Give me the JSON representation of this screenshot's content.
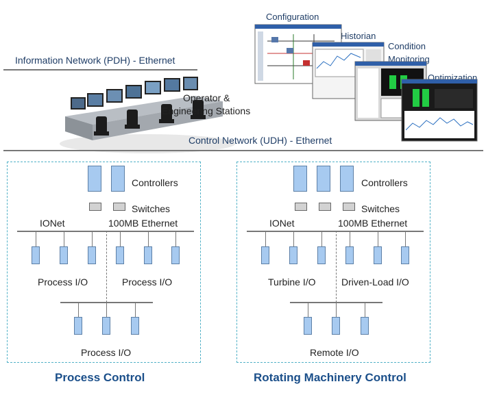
{
  "network": {
    "info_network_label": "Information Network (PDH) - Ethernet",
    "control_network_label": "Control Network (UDH)  - Ethernet",
    "operator_label_line1": "Operator &",
    "operator_label_line2": "Engineering Stations"
  },
  "apps": {
    "configuration": "Configuration",
    "historian": "Historian",
    "condition_line1": "Condition",
    "condition_line2": "Monitoring",
    "optimization": "Optimization"
  },
  "left_panel": {
    "controllers": "Controllers",
    "switches": "Switches",
    "ionet": "IONet",
    "ethernet": "100MB Ethernet",
    "io_left": "Process I/O",
    "io_right": "Process I/O",
    "io_bottom": "Process I/O",
    "title": "Process Control"
  },
  "right_panel": {
    "controllers": "Controllers",
    "switches": "Switches",
    "ionet": "IONet",
    "ethernet": "100MB Ethernet",
    "io_left": "Turbine I/O",
    "io_right": "Driven-Load I/O",
    "io_bottom": "Remote I/O",
    "title": "Rotating Machinery Control"
  },
  "colors": {
    "device_fill": "#a7caf0",
    "panel_border": "#4fb0c6",
    "title_blue": "#1b4f8a"
  }
}
